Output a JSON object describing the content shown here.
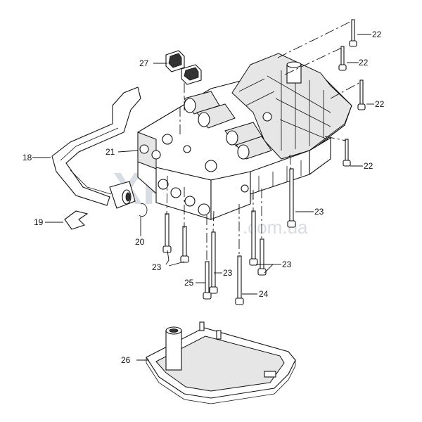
{
  "watermark": {
    "main": "XParts",
    "domain": ".com.ua"
  },
  "callouts": {
    "c18": "18",
    "c19": "19",
    "c20": "20",
    "c21": "21",
    "c22a": "22",
    "c22b": "22",
    "c22c": "22",
    "c22d": "22",
    "c23a": "23",
    "c23b": "23",
    "c23c": "23",
    "c23d": "23",
    "c24": "24",
    "c25": "25",
    "c26": "26",
    "c27": "27"
  }
}
